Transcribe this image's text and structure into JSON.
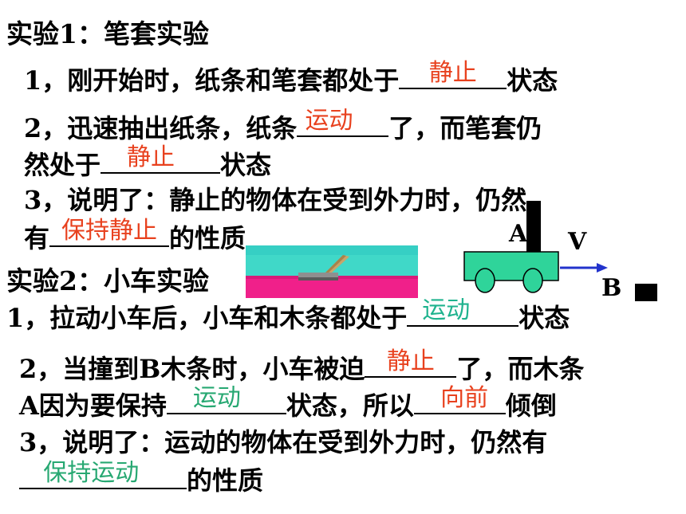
{
  "exp1": {
    "title": "实验1：笔套实验",
    "q1": {
      "pre": "1，刚开始时，纸条和笔套都处于",
      "answer": "静止",
      "post": "状态"
    },
    "q2": {
      "pre": "2，迅速抽出纸条，纸条",
      "answer": "运动",
      "post": "了，而笔套仍"
    },
    "q2b": {
      "pre": "然处于",
      "answer": "静止",
      "post": "状态"
    },
    "q3": {
      "text": "3，说明了：静止的物体在受到外力时，仍然"
    },
    "q3b": {
      "pre": "有",
      "answer": "保持静止",
      "post": "的性质"
    }
  },
  "exp2": {
    "title": "实验2：小车实验",
    "q1": {
      "pre": "1，拉动小车后，小车和木条都处于",
      "answer": "运动",
      "post": "状态"
    },
    "q2": {
      "pre": "2，当撞到B木条时，小车被迫",
      "answer": "静止",
      "post": "了，而木条"
    },
    "q2b": {
      "pre": "A因为要保持",
      "answer": "运动",
      "mid": "状态，所以",
      "answer2": "向前",
      "post": "倾倒"
    },
    "q3": {
      "text": "3，说明了：运动的物体在受到外力时，仍然有"
    },
    "q3b": {
      "answer": "保持运动",
      "post": "的性质"
    }
  },
  "diagram": {
    "label_a": "A",
    "label_v": "V",
    "label_b": "B"
  },
  "colors": {
    "red": "#e8411e",
    "green": "#27a872",
    "cart": "#2fd49a",
    "arrow": "#2233cc",
    "photo_bg": "#40d8c8",
    "photo_floor": "#f0208a"
  }
}
